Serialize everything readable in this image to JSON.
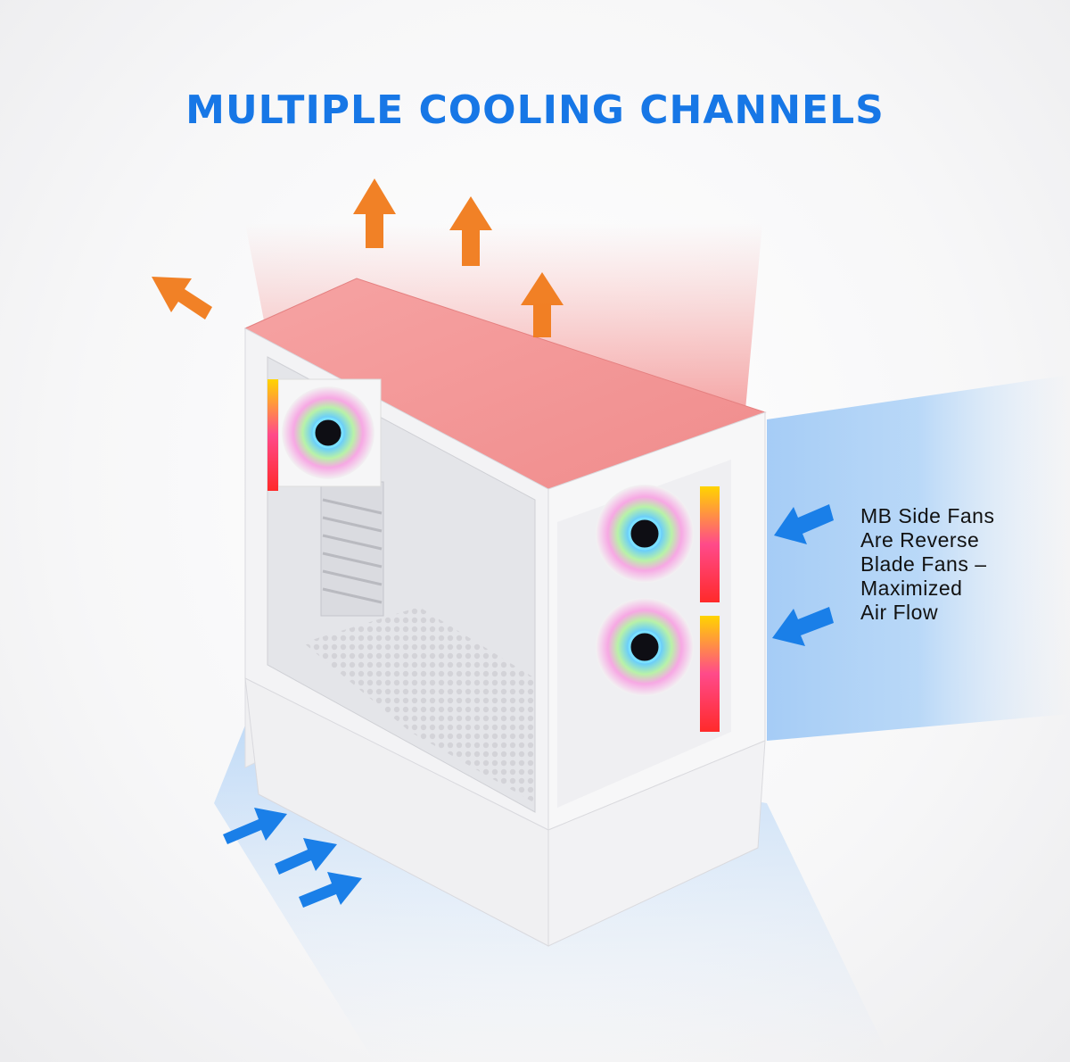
{
  "header": {
    "title": "MULTIPLE COOLING CHANNELS"
  },
  "annotation": {
    "lines": [
      "MB Side Fans",
      "Are Reverse",
      "Blade Fans –",
      "Maximized",
      "Air Flow"
    ]
  },
  "colors": {
    "title": "#1777e6",
    "exhaust_arrow": "#f07a1a",
    "intake_arrow": "#1a7fe8",
    "case_body": "#f4f4f5",
    "top_mesh": "#f39a9a"
  },
  "icons": {
    "exhaust": "up-arrow-icon",
    "intake": "right-arrow-icon",
    "fan": "rgb-fan-icon"
  }
}
